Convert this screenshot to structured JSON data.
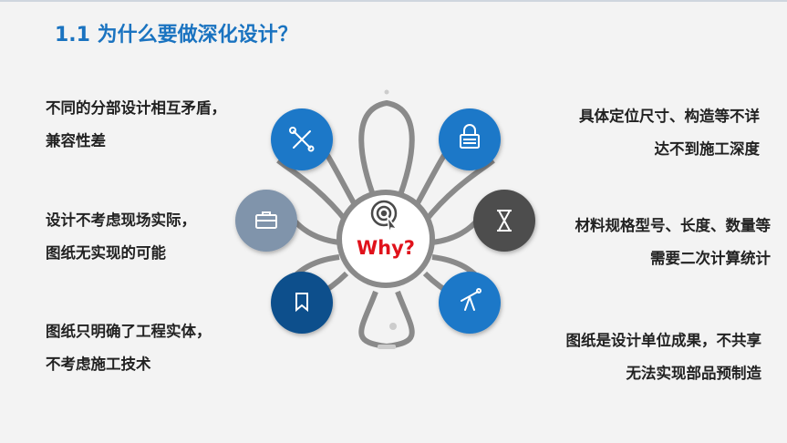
{
  "title": "1.1 为什么要做深化设计？",
  "center": {
    "label": "Why?"
  },
  "colors": {
    "title": "#1a73c0",
    "why": "#e0121b",
    "blue_bright": "#1f78c8",
    "blue_dark": "#0b4f8c",
    "gray_blue": "#8094ab",
    "charcoal": "#4d4d4d",
    "petal": "#8a8a8a"
  },
  "nodes": [
    {
      "position": "top-left",
      "icon": "wrench-screwdriver-icon",
      "color": "#1f78c8"
    },
    {
      "position": "top-right",
      "icon": "lock-icon",
      "color": "#1f78c8"
    },
    {
      "position": "left",
      "icon": "briefcase-icon",
      "color": "#8094ab"
    },
    {
      "position": "right",
      "icon": "hourglass-icon",
      "color": "#4d4d4d"
    },
    {
      "position": "bottom-left",
      "icon": "bookmark-icon",
      "color": "#0b4f8c"
    },
    {
      "position": "bottom-right",
      "icon": "telescope-icon",
      "color": "#1f78c8"
    }
  ],
  "texts": {
    "top_left": [
      "不同的分部设计相互矛盾，",
      "兼容性差"
    ],
    "middle_left": [
      "设计不考虑现场实际，",
      "图纸无实现的可能"
    ],
    "bottom_left": [
      "图纸只明确了工程实体，",
      "不考虑施工技术"
    ],
    "top_right": [
      "具体定位尺寸、构造等不详",
      "达不到施工深度"
    ],
    "middle_right": [
      "材料规格型号、长度、数量等",
      "需要二次计算统计"
    ],
    "bottom_right": [
      "图纸是设计单位成果，不共享",
      "无法实现部品预制造"
    ]
  }
}
